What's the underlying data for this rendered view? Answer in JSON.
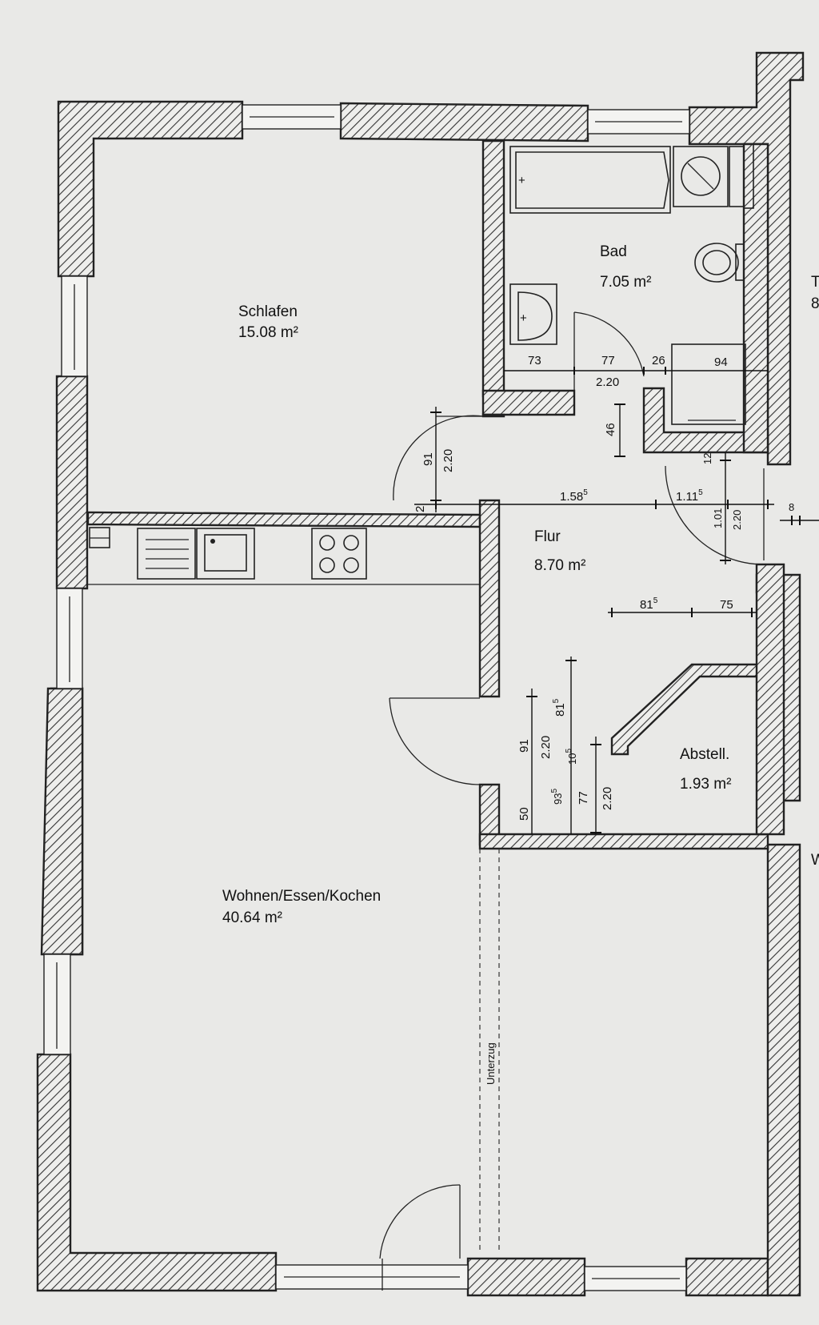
{
  "rooms": {
    "schlafen": {
      "name": "Schlafen",
      "area": "15.08 m²"
    },
    "bad": {
      "name": "Bad",
      "area": "7.05 m²"
    },
    "flur": {
      "name": "Flur",
      "area": "8.70 m²"
    },
    "abstell": {
      "name": "Abstell.",
      "area": "1.93 m²"
    },
    "wohnen": {
      "name": "Wohnen/Essen/Kochen",
      "area": "40.64 m²"
    }
  },
  "labels": {
    "unterzug": "Unterzug",
    "edge_t": "T",
    "edge_8": "8",
    "edge_w": "W"
  },
  "dimensions": {
    "bad_73": "73",
    "bad_77": "77",
    "bad_220": "2.20",
    "bad_26": "26",
    "bad_94": "94",
    "flur_46": "46",
    "door_91": "91",
    "door_220": "2.20",
    "flur_2": "2",
    "flur_158": "1.58",
    "flur_158_sup": "5",
    "flur_111": "1.11",
    "flur_111_sup": "5",
    "flur_12": "12",
    "flur_101": "1.01",
    "flur_220b": "2.20",
    "flur_8": "8",
    "flur_81": "81",
    "flur_81_sup": "5",
    "flur_75": "75",
    "liv_91": "91",
    "liv_220": "2.20",
    "liv_81": "81",
    "liv_81_sup": "5",
    "liv_50": "50",
    "abs_93": "93",
    "abs_93_sup": "5",
    "abs_10": "10",
    "abs_10_sup": "5",
    "abs_77": "77",
    "abs_220": "2.20"
  }
}
